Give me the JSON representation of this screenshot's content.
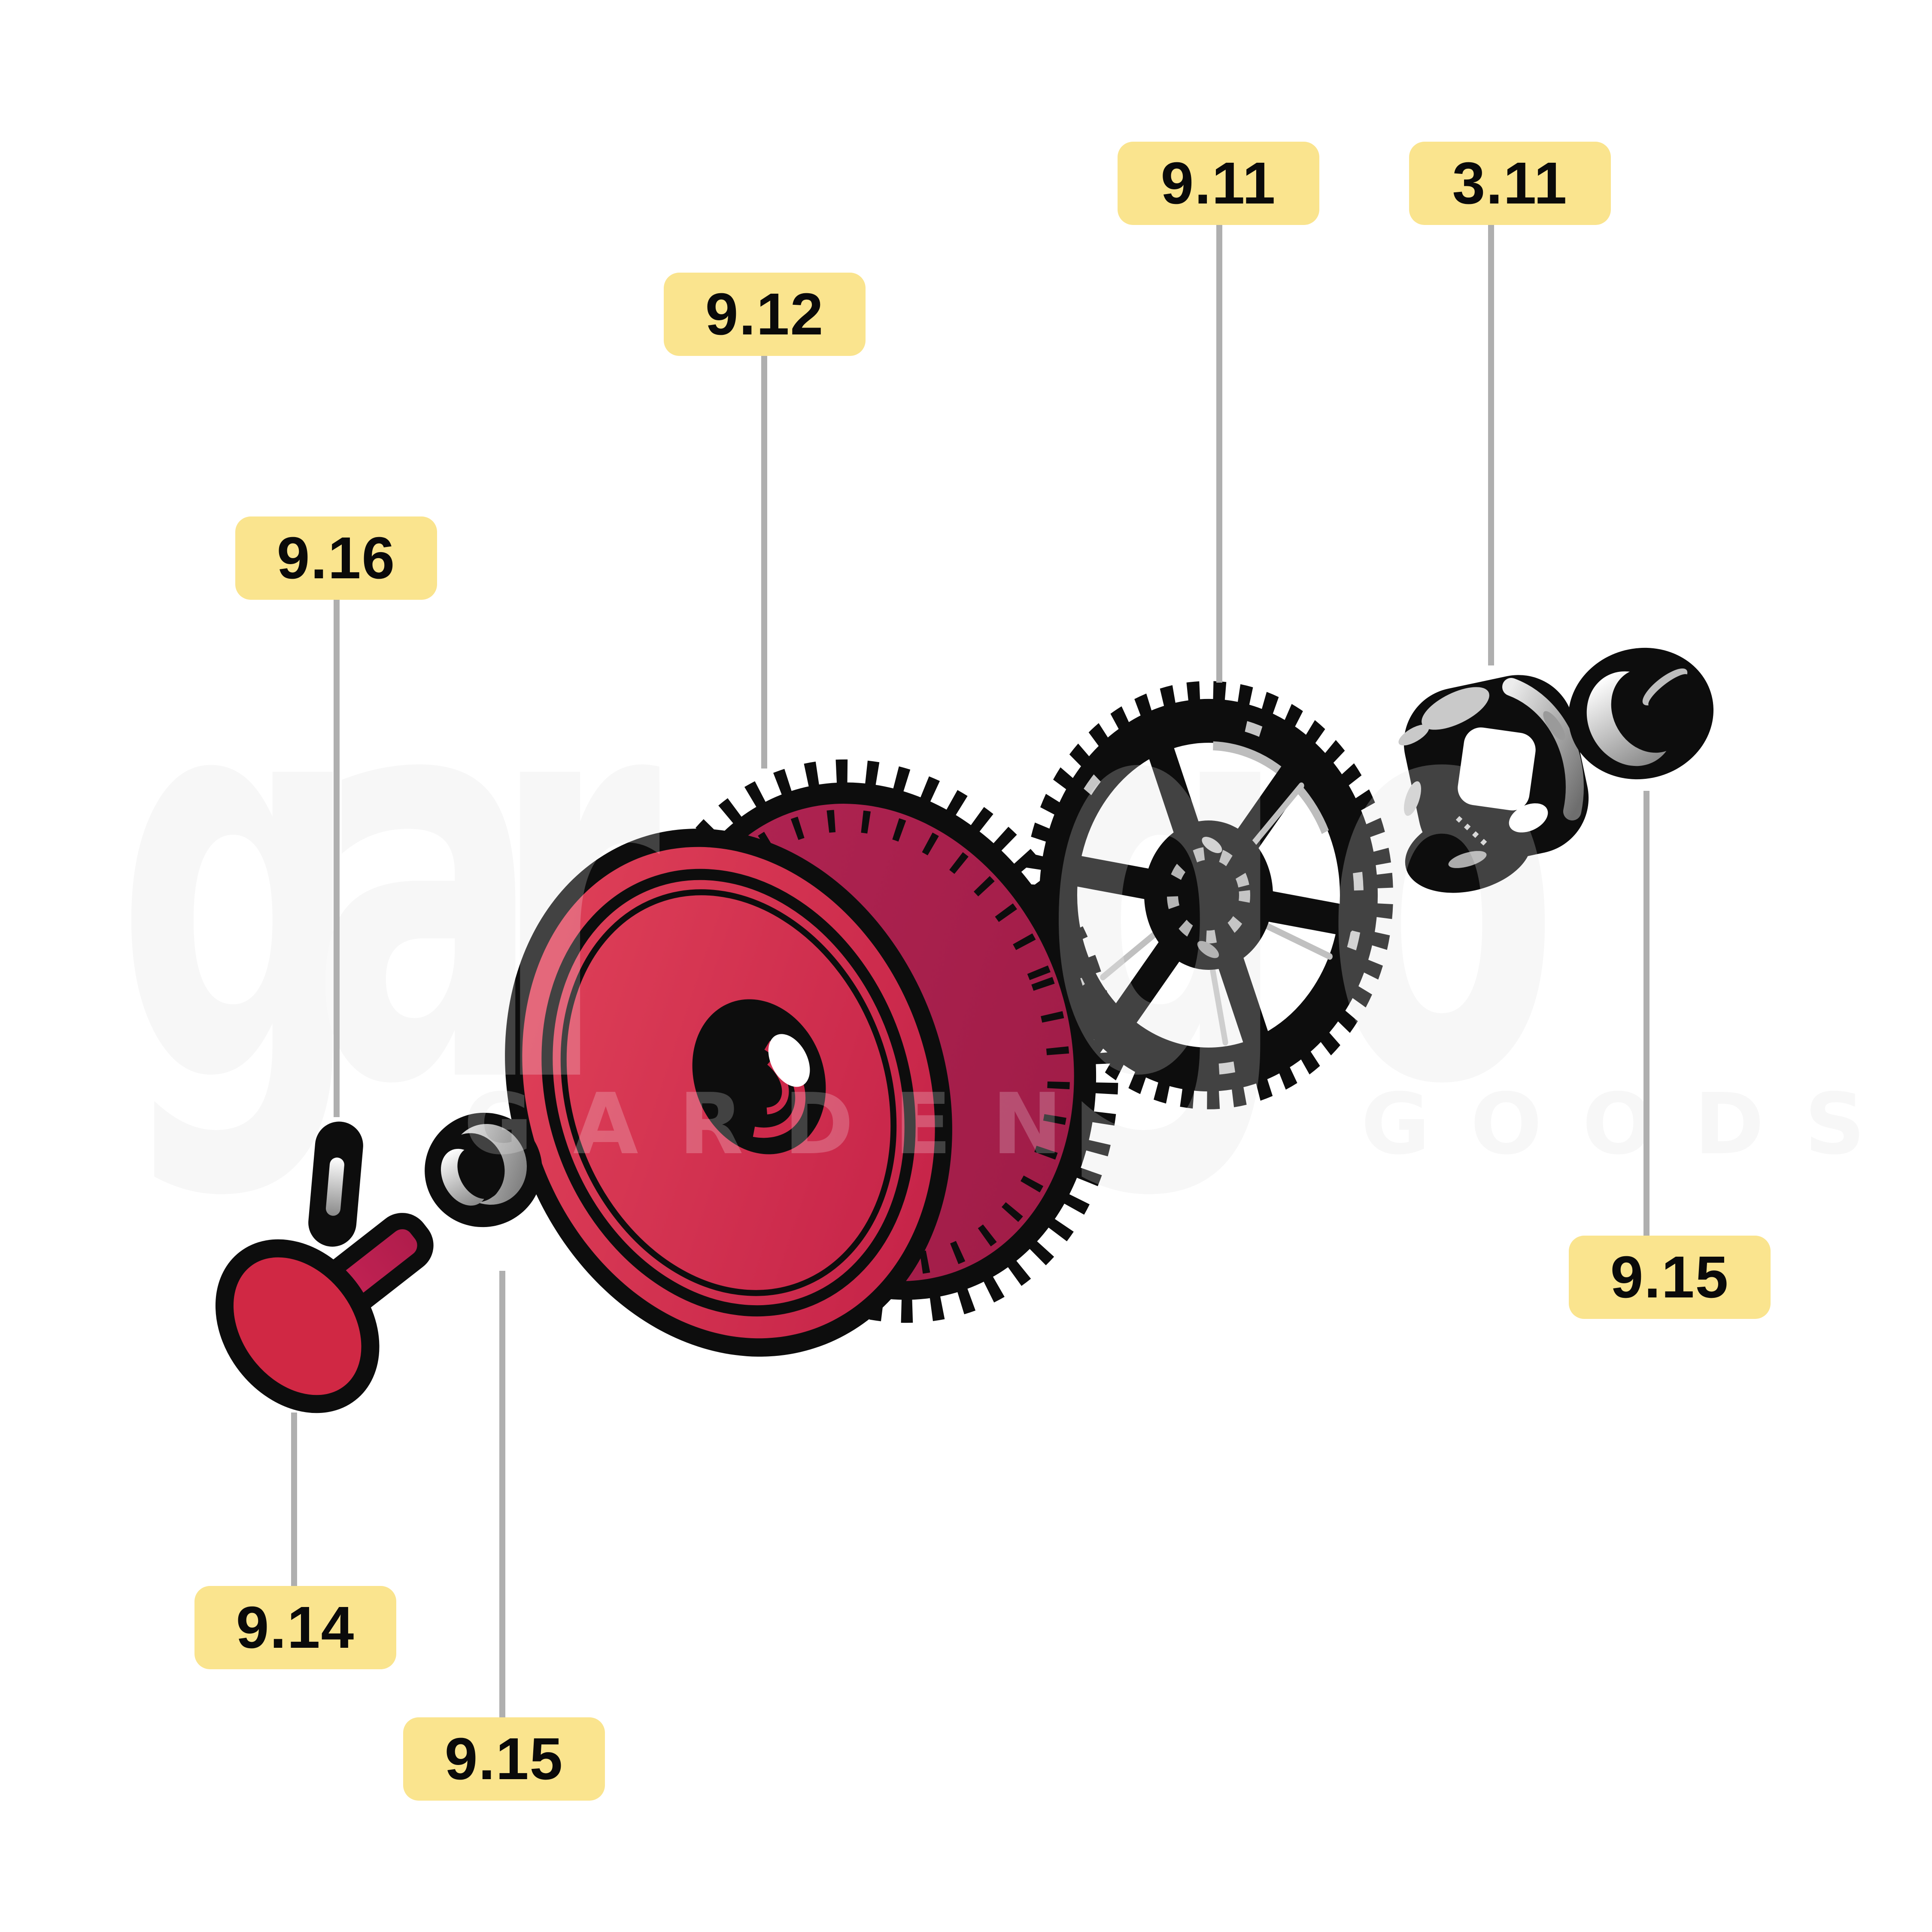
{
  "page": {
    "type": "exploded-parts-diagram",
    "background": "#FFFFFF"
  },
  "callouts": [
    {
      "text": "9.11",
      "part": "chain-sprocket"
    },
    {
      "text": "3.11",
      "part": "sprocket-hub-adapter"
    },
    {
      "text": "9.12",
      "part": "toothed-belt-pulley-drum"
    },
    {
      "text": "9.16",
      "part": "roll-pin"
    },
    {
      "text": "9.15",
      "part": "bearing-bushing-right"
    },
    {
      "text": "9.14",
      "part": "shoulder-bolt"
    },
    {
      "text": "9.15",
      "part": "bearing-bushing-left"
    }
  ],
  "watermark": {
    "logo_left": "gar",
    "logo_right": "go",
    "word_left": "GARDEN",
    "word_right": "GOODS"
  },
  "style": {
    "callout_bg": "#FAE48E",
    "callout_text": "#0A0A0A",
    "leader_line": "#AFAFAF",
    "part_outline_black": "#0D0D0D",
    "pulley_face_red": "#D5294A",
    "pulley_rim_magenta": "#A81D4D",
    "bolt_head_red": "#D02844",
    "bolt_shank_magenta": "#BE2050",
    "highlight_gray": "#C6C6C6",
    "watermark_gray": "#F5F5F5"
  }
}
